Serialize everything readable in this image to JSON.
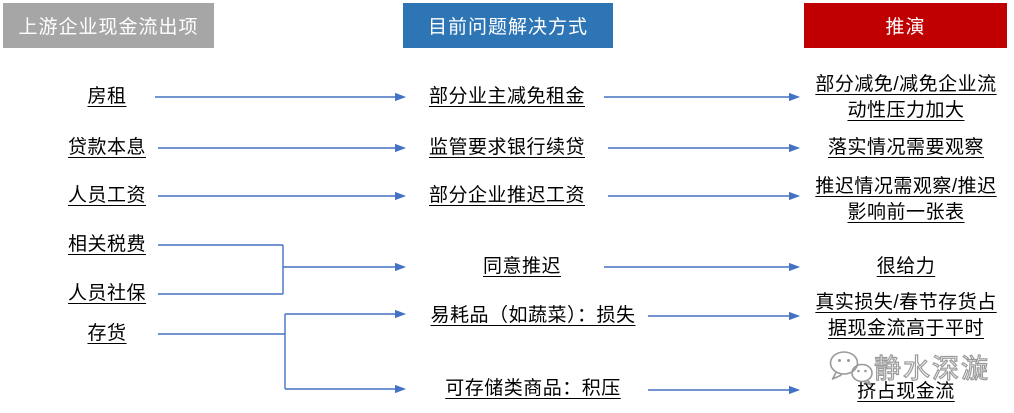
{
  "colors": {
    "header_gray": "#A6A6A6",
    "header_blue": "#2E75B6",
    "header_red": "#C00000",
    "arrow_blue": "#4472C4",
    "text": "#000000",
    "watermark_gray": "#9A9A9A"
  },
  "columns": {
    "left": {
      "header": "上游企业现金流出项",
      "items": [
        "房租",
        "贷款本息",
        "人员工资",
        "相关税费",
        "人员社保",
        "存货"
      ]
    },
    "middle": {
      "header": "目前问题解决方式",
      "items": [
        "部分业主减免租金",
        "监管要求银行续贷",
        "部分企业推迟工资",
        "同意推迟",
        "易耗品（如蔬菜）：损失",
        "可存储类商品：积压"
      ]
    },
    "right": {
      "header": "推演",
      "items": [
        "部分减免/减免企业流\n动性压力加大",
        "落实情况需要观察",
        "推迟情况需观察/推迟\n影响前一张表",
        "很给力",
        "真实损失/春节存货占\n据现金流高于平时",
        "挤占现金流"
      ]
    }
  },
  "watermark": {
    "text": "静水深漩",
    "icon": "wechat-icon"
  }
}
